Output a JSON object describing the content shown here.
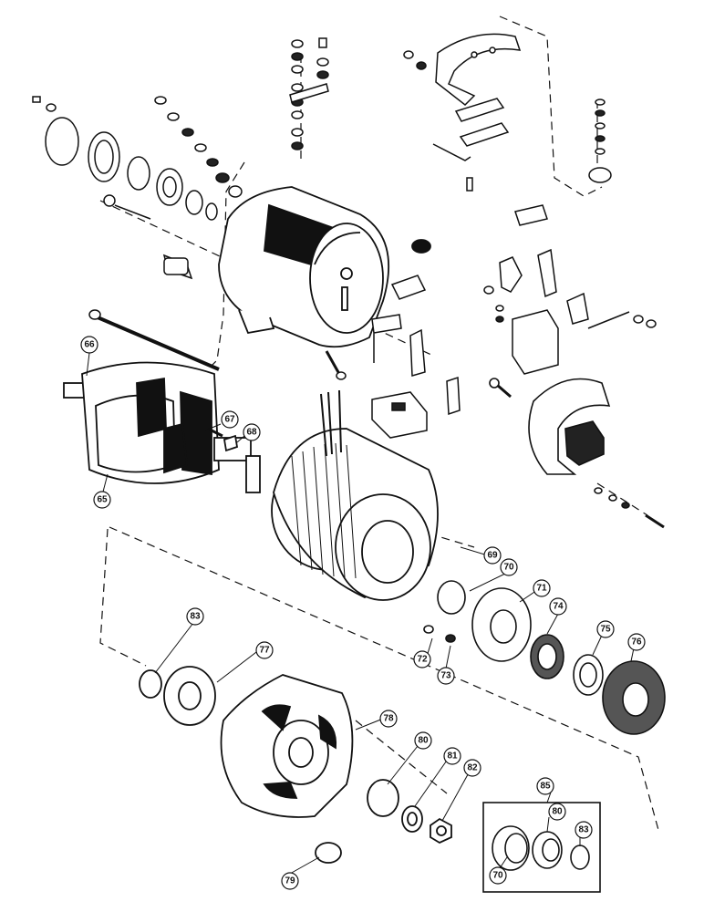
{
  "diagram": {
    "callouts": [
      "65",
      "66",
      "67",
      "68",
      "69",
      "70",
      "71",
      "72",
      "73",
      "74",
      "75",
      "76",
      "77",
      "78",
      "79",
      "80",
      "81",
      "82",
      "83",
      "85"
    ],
    "kit_callouts": [
      "70",
      "80",
      "83"
    ],
    "line_color": "#111111",
    "paper_color": "#ffffff"
  }
}
